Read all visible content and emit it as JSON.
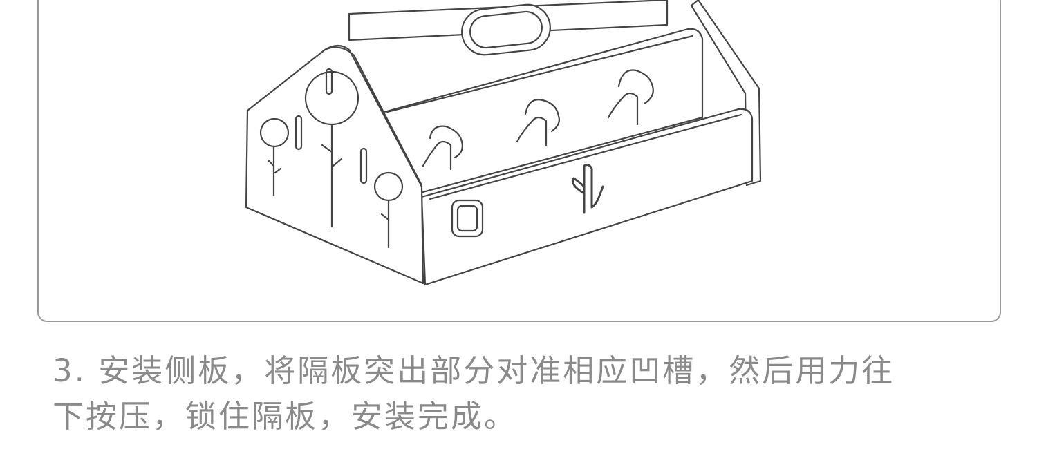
{
  "panel": {
    "illustration_icon": "organizer-box-assembly-illustration"
  },
  "caption": {
    "line1": "3. 安装侧板，将隔板突出部分对准相应凹槽，然后用力往",
    "line2": "下按压，锁住隔板，安装完成。"
  }
}
